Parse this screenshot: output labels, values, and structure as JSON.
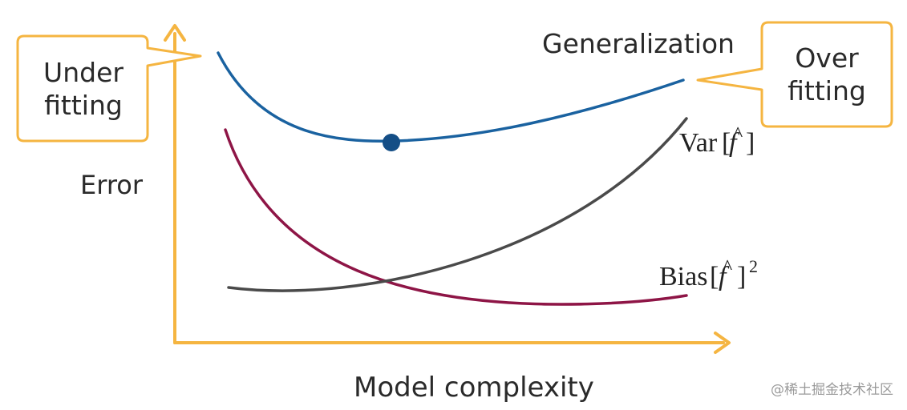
{
  "callouts": {
    "under_fitting": {
      "line1": "Under",
      "line2": "fitting"
    },
    "over_fitting": {
      "line1": "Over",
      "line2": "fitting"
    }
  },
  "labels": {
    "generalization": "Generalization",
    "error": "Error",
    "x_axis": "Model complexity",
    "variance_name": "Var",
    "variance_bracket_open": "[",
    "variance_symbol": "f",
    "variance_hat": "^",
    "variance_bracket_close": "]",
    "bias_name": "Bias",
    "bias_bracket_open": "[",
    "bias_symbol": "f",
    "bias_hat": "^",
    "bias_bracket_close": "]",
    "bias_exponent": "2"
  },
  "watermark": "@稀土掘金技术社区",
  "colors": {
    "axis": "#F5B541",
    "generalization_curve": "#1A62A0",
    "optimum_point": "#144E86",
    "bias_curve": "#8E1546",
    "variance_curve": "#4A4A4A"
  }
}
